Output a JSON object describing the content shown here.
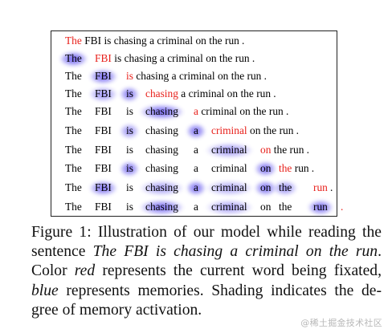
{
  "figure": {
    "rows": [
      {
        "words": [
          {
            "text": "The",
            "state": "current",
            "act": 0
          },
          {
            "text": "FBI",
            "state": "normal",
            "act": 0
          },
          {
            "text": "is",
            "state": "normal",
            "act": 0
          },
          {
            "text": "chasing",
            "state": "normal",
            "act": 0
          },
          {
            "text": "a",
            "state": "normal",
            "act": 0
          },
          {
            "text": "criminal",
            "state": "normal",
            "act": 0
          },
          {
            "text": "on",
            "state": "normal",
            "act": 0
          },
          {
            "text": "the",
            "state": "normal",
            "act": 0
          },
          {
            "text": "run",
            "state": "normal",
            "act": 0
          },
          {
            "text": ".",
            "state": "normal",
            "act": 0
          }
        ]
      },
      {
        "words": [
          {
            "text": "The",
            "state": "memory",
            "act": 0.9
          },
          {
            "text": "FBI",
            "state": "current",
            "act": 0
          },
          {
            "text": "is",
            "state": "normal",
            "act": 0
          },
          {
            "text": "chasing",
            "state": "normal",
            "act": 0
          },
          {
            "text": "a",
            "state": "normal",
            "act": 0
          },
          {
            "text": "criminal",
            "state": "normal",
            "act": 0
          },
          {
            "text": "on",
            "state": "normal",
            "act": 0
          },
          {
            "text": "the",
            "state": "normal",
            "act": 0
          },
          {
            "text": "run",
            "state": "normal",
            "act": 0
          },
          {
            "text": ".",
            "state": "normal",
            "act": 0
          }
        ]
      },
      {
        "words": [
          {
            "text": "The",
            "state": "normal",
            "act": 0
          },
          {
            "text": "FBI",
            "state": "memory",
            "act": 0.85
          },
          {
            "text": "is",
            "state": "current",
            "act": 0
          },
          {
            "text": "chasing",
            "state": "normal",
            "act": 0
          },
          {
            "text": "a",
            "state": "normal",
            "act": 0
          },
          {
            "text": "criminal",
            "state": "normal",
            "act": 0
          },
          {
            "text": "on",
            "state": "normal",
            "act": 0
          },
          {
            "text": "the",
            "state": "normal",
            "act": 0
          },
          {
            "text": "run",
            "state": "normal",
            "act": 0
          },
          {
            "text": ".",
            "state": "normal",
            "act": 0
          }
        ]
      },
      {
        "words": [
          {
            "text": "The",
            "state": "normal",
            "act": 0
          },
          {
            "text": "FBI",
            "state": "memory",
            "act": 0.6
          },
          {
            "text": "is",
            "state": "memory",
            "act": 0.75
          },
          {
            "text": "chasing",
            "state": "current",
            "act": 0
          },
          {
            "text": "a",
            "state": "normal",
            "act": 0
          },
          {
            "text": "criminal",
            "state": "normal",
            "act": 0
          },
          {
            "text": "on",
            "state": "normal",
            "act": 0
          },
          {
            "text": "the",
            "state": "normal",
            "act": 0
          },
          {
            "text": "run",
            "state": "normal",
            "act": 0
          },
          {
            "text": ".",
            "state": "normal",
            "act": 0
          }
        ]
      },
      {
        "words": [
          {
            "text": "The",
            "state": "normal",
            "act": 0
          },
          {
            "text": "FBI",
            "state": "normal",
            "act": 0
          },
          {
            "text": "is",
            "state": "normal",
            "act": 0
          },
          {
            "text": "chasing",
            "state": "memory",
            "act": 0.85
          },
          {
            "text": "a",
            "state": "current",
            "act": 0
          },
          {
            "text": "criminal",
            "state": "normal",
            "act": 0
          },
          {
            "text": "on",
            "state": "normal",
            "act": 0
          },
          {
            "text": "the",
            "state": "normal",
            "act": 0
          },
          {
            "text": "run",
            "state": "normal",
            "act": 0
          },
          {
            "text": ".",
            "state": "normal",
            "act": 0
          }
        ]
      },
      {
        "words": [
          {
            "text": "The",
            "state": "normal",
            "act": 0
          },
          {
            "text": "FBI",
            "state": "normal",
            "act": 0
          },
          {
            "text": "is",
            "state": "memory",
            "act": 0.6
          },
          {
            "text": "chasing",
            "state": "normal",
            "act": 0
          },
          {
            "text": "a",
            "state": "memory",
            "act": 0.8
          },
          {
            "text": "criminal",
            "state": "current",
            "act": 0
          },
          {
            "text": "on",
            "state": "normal",
            "act": 0
          },
          {
            "text": "the",
            "state": "normal",
            "act": 0
          },
          {
            "text": "run",
            "state": "normal",
            "act": 0
          },
          {
            "text": ".",
            "state": "normal",
            "act": 0
          }
        ]
      },
      {
        "words": [
          {
            "text": "The",
            "state": "normal",
            "act": 0
          },
          {
            "text": "FBI",
            "state": "normal",
            "act": 0
          },
          {
            "text": "is",
            "state": "normal",
            "act": 0
          },
          {
            "text": "chasing",
            "state": "normal",
            "act": 0
          },
          {
            "text": "a",
            "state": "normal",
            "act": 0
          },
          {
            "text": "criminal",
            "state": "memory",
            "act": 0.55
          },
          {
            "text": "on",
            "state": "current",
            "act": 0
          },
          {
            "text": "the",
            "state": "normal",
            "act": 0
          },
          {
            "text": "run",
            "state": "normal",
            "act": 0
          },
          {
            "text": ".",
            "state": "normal",
            "act": 0
          }
        ]
      },
      {
        "words": [
          {
            "text": "The",
            "state": "normal",
            "act": 0
          },
          {
            "text": "FBI",
            "state": "normal",
            "act": 0
          },
          {
            "text": "is",
            "state": "memory",
            "act": 0.8
          },
          {
            "text": "chasing",
            "state": "normal",
            "act": 0
          },
          {
            "text": "a",
            "state": "normal",
            "act": 0
          },
          {
            "text": "criminal",
            "state": "normal",
            "act": 0
          },
          {
            "text": "on",
            "state": "memory",
            "act": 0.8
          },
          {
            "text": "the",
            "state": "current",
            "act": 0
          },
          {
            "text": "run",
            "state": "normal",
            "act": 0
          },
          {
            "text": ".",
            "state": "normal",
            "act": 0
          }
        ]
      },
      {
        "words": [
          {
            "text": "The",
            "state": "normal",
            "act": 0
          },
          {
            "text": "FBI",
            "state": "memory",
            "act": 0.8
          },
          {
            "text": "is",
            "state": "normal",
            "act": 0
          },
          {
            "text": "chasing",
            "state": "memory",
            "act": 0.5
          },
          {
            "text": "a",
            "state": "memory",
            "act": 0.8
          },
          {
            "text": "criminal",
            "state": "memory",
            "act": 0.45
          },
          {
            "text": "on",
            "state": "memory",
            "act": 0.8
          },
          {
            "text": "the",
            "state": "memory",
            "act": 0.6
          },
          {
            "text": "run",
            "state": "current",
            "act": 0
          },
          {
            "text": ".",
            "state": "normal",
            "act": 0
          }
        ]
      },
      {
        "words": [
          {
            "text": "The",
            "state": "normal",
            "act": 0
          },
          {
            "text": "FBI",
            "state": "normal",
            "act": 0
          },
          {
            "text": "is",
            "state": "normal",
            "act": 0
          },
          {
            "text": "chasing",
            "state": "memory",
            "act": 0.8
          },
          {
            "text": "a",
            "state": "normal",
            "act": 0
          },
          {
            "text": "criminal",
            "state": "memory",
            "act": 0.5
          },
          {
            "text": "on",
            "state": "normal",
            "act": 0
          },
          {
            "text": "the",
            "state": "normal",
            "act": 0
          },
          {
            "text": "run",
            "state": "memory",
            "act": 0.8
          },
          {
            "text": ".",
            "state": "current",
            "act": 0
          }
        ]
      }
    ],
    "colors": {
      "current": "#e8211c",
      "memory": "#4a3cf0",
      "text": "#000000"
    }
  },
  "caption": {
    "lines": [
      [
        {
          "text": "Figure 1: Illustration of our model while reading the",
          "style": "normal"
        }
      ],
      [
        {
          "text": "sentence ",
          "style": "normal"
        },
        {
          "text": "The FBI is chasing a criminal on the run",
          "style": "italic"
        },
        {
          "text": ".",
          "style": "normal"
        }
      ],
      [
        {
          "text": "Color ",
          "style": "normal"
        },
        {
          "text": "red",
          "style": "italic"
        },
        {
          "text": " represents the current word being fixated,",
          "style": "normal"
        }
      ],
      [
        {
          "text": "blue",
          "style": "italic"
        },
        {
          "text": " represents memories. Shading indicates the de-",
          "style": "normal"
        }
      ],
      [
        {
          "text": "gree of memory activation.",
          "style": "normal"
        }
      ]
    ]
  },
  "watermark": "@稀土掘金技术社区"
}
